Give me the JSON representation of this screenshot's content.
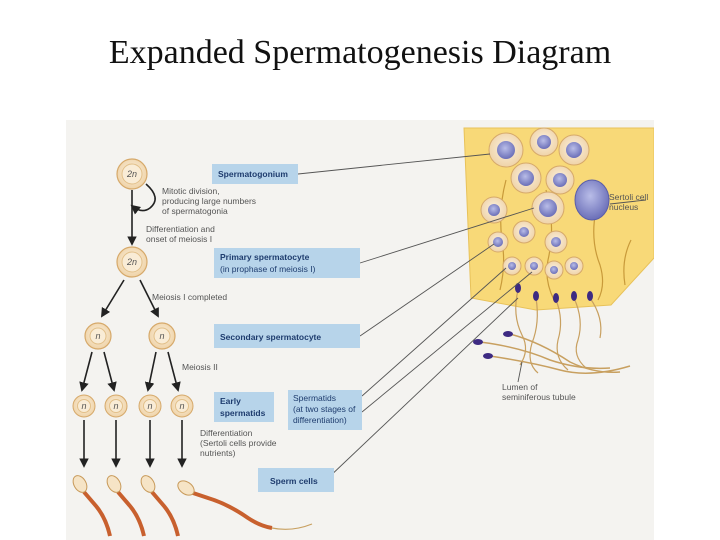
{
  "title": "Expanded Spermatogenesis Diagram",
  "ploidy": {
    "diploid": "2n",
    "haploid": "n"
  },
  "stages": {
    "spermatogonium": "Spermatogonium",
    "primary": "Primary spermatocyte",
    "primary_note": "(in prophase of meiosis I)",
    "secondary": "Secondary spermatocyte",
    "early_line1": "Early",
    "early_line2": "spermatids",
    "sperm": "Sperm cells"
  },
  "notes": {
    "mitotic": [
      "Mitotic division,",
      "producing large numbers",
      "of spermatogonia"
    ],
    "differentiation": [
      "Differentiation and",
      "onset of meiosis I"
    ],
    "meiosis1": "Meiosis I completed",
    "meiosis2": "Meiosis II",
    "sertoli_diff": [
      "Differentiation",
      "(Sertoli cells provide",
      "nutrients)"
    ],
    "spermatids": [
      "Spermatids",
      "(at two stages of",
      "differentiation)"
    ],
    "sertoli_nucleus": [
      "Sertoli cell",
      "nucleus"
    ],
    "lumen": [
      "Lumen of",
      "seminiferous tubule"
    ]
  },
  "colors": {
    "label_box": "#b7d4ea",
    "label_text": "#1e3c6e",
    "tissue": "#f8d978",
    "cell_fill": "#f6e4c6",
    "cell_ring": "#d6a96a",
    "nucleus": "#7b7fc4",
    "arrow": "#222222"
  }
}
